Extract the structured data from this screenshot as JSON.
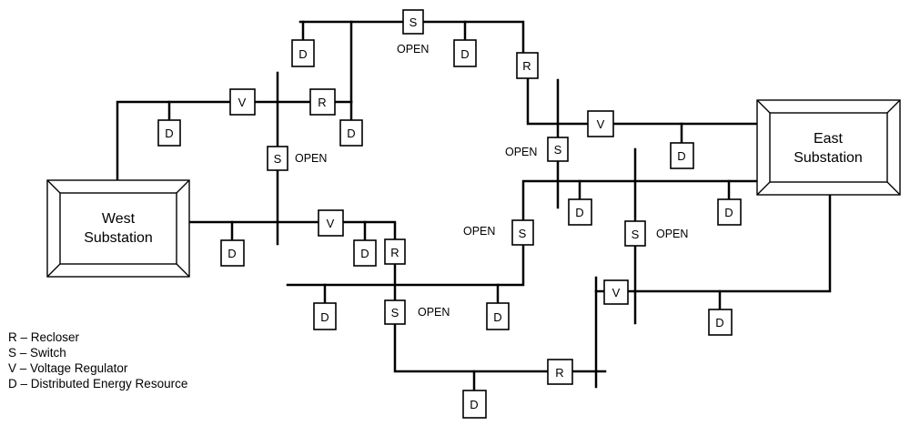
{
  "diagram": {
    "substations": {
      "west": {
        "line1": "West",
        "line2": "Substation"
      },
      "east": {
        "line1": "East",
        "line2": "Substation"
      }
    },
    "device_letters": {
      "recloser": "R",
      "switch": "S",
      "voltage_regulator": "V",
      "der": "D"
    },
    "open_label": "OPEN",
    "legend": [
      "R – Recloser",
      "S – Switch",
      "V – Voltage Regulator",
      "D – Distributed Energy Resource"
    ]
  }
}
